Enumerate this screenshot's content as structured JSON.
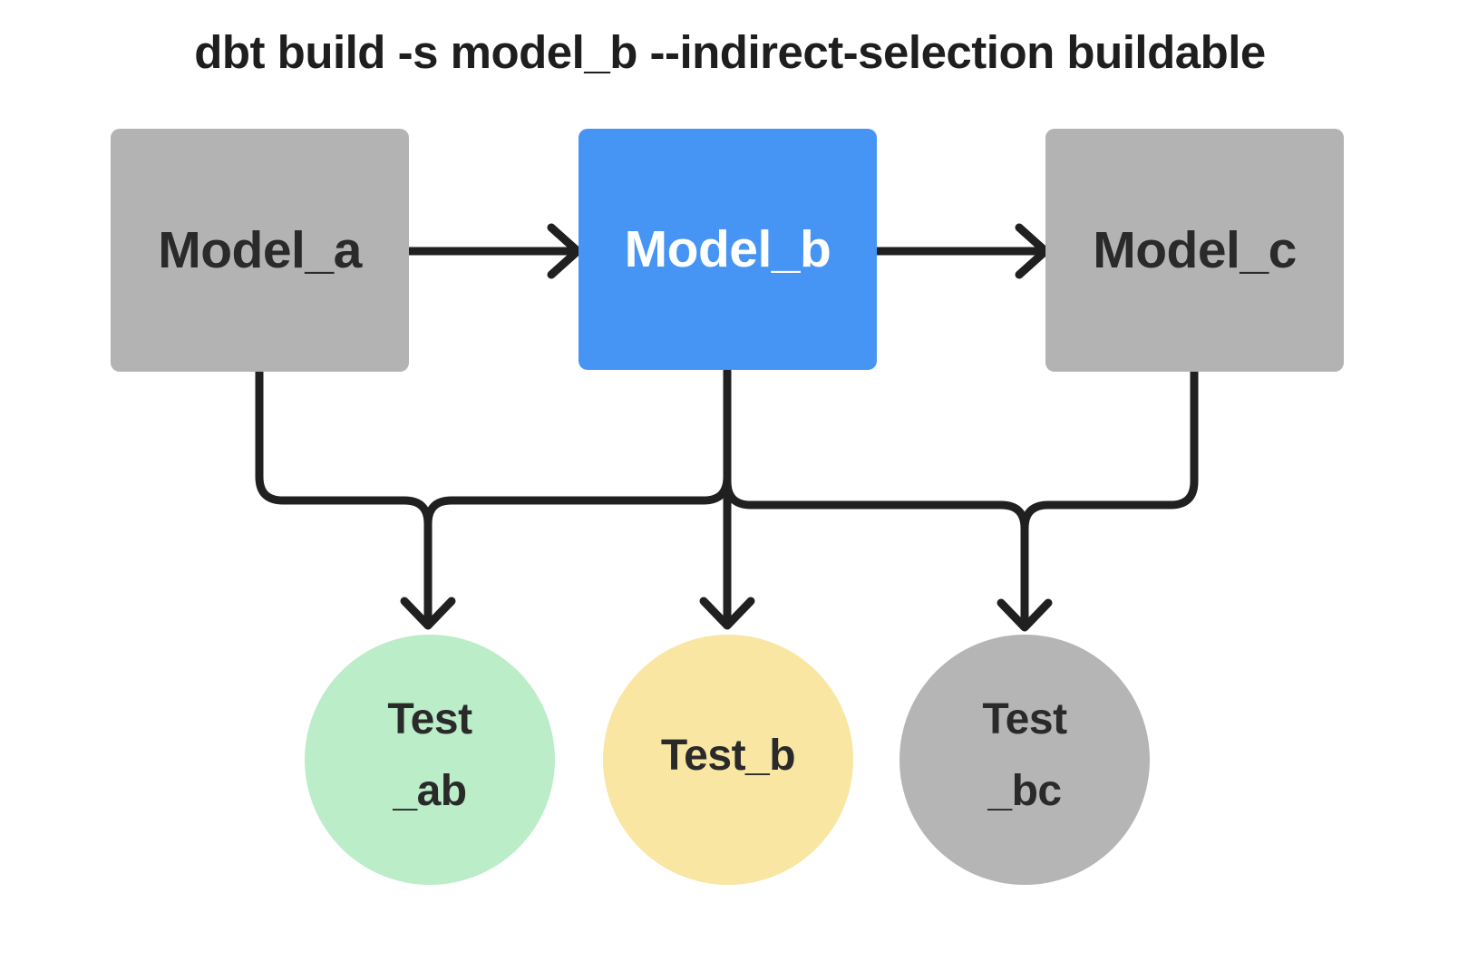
{
  "title": "dbt build -s model_b --indirect-selection buildable",
  "colors": {
    "blue": "#4695f4",
    "gray": "#b3b3b3",
    "graycirc": "#b5b5b5",
    "green": "#bbedc8",
    "yellow": "#f9e6a3",
    "stroke": "#202020"
  },
  "nodes": {
    "model_a": {
      "label": "Model_a"
    },
    "model_b": {
      "label": "Model_b"
    },
    "model_c": {
      "label": "Model_c"
    },
    "test_ab": {
      "line1": "Test",
      "line2": "_ab"
    },
    "test_b": {
      "line1": "Test_b",
      "line2": ""
    },
    "test_bc": {
      "line1": "Test",
      "line2": "_bc"
    }
  }
}
